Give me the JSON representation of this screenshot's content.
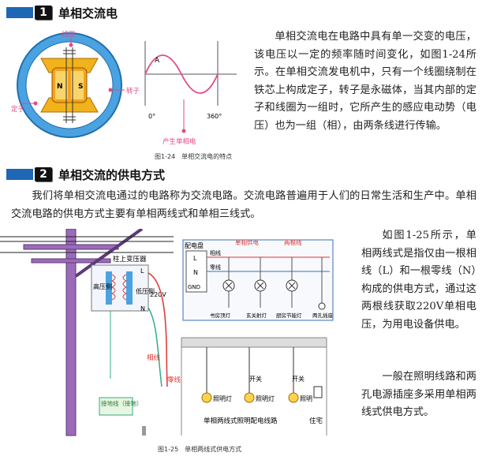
{
  "section1": {
    "number": "1",
    "title": "单相交流电",
    "paragraph": "单相交流电在电路中具有单一交变的电压，该电压以一定的频率随时间变化，如图1-24所示。在单相交流发电机中，只有一个线圈绕制在铁芯上构成定子，转子是永磁体，当其内部的定子和线圈为一组时，它所产生的感应电动势（电压）也为一组（相），由两条线进行传输。",
    "figure": {
      "caption": "图1-24　单相交流电的特点",
      "label_coil": "线圈",
      "label_rotor": "转子",
      "label_stator": "定子",
      "label_n": "N",
      "label_s": "S",
      "label_a": "A",
      "label_zero": "0°",
      "label_360": "360°",
      "label_generate": "产生单相电"
    }
  },
  "section2": {
    "number": "2",
    "title": "单相交流的供电方式",
    "paragraph": "我们将单相交流电通过的电路称为交流电路。交流电路普遍用于人们的日常生活和生产中。单相交流电路的供电方式主要有单相两线式和单相三线式。",
    "side_p1": "如图1-25所示，单相两线式是指仅由一根相线（L）和一根零线（N）构成的供电方式，通过这两根线获取220V单相电压，为用电设备供电。",
    "side_p2": "一般在照明线路和两孔电源插座多采用单相两线式供电方式。",
    "figure": {
      "caption": "图1-25　单相两线式供电方式",
      "transformer": "柱上变压器",
      "high_side": "高压侧",
      "low_side": "低压侧",
      "l": "L",
      "n": "N",
      "v220": "220V",
      "phase_wire": "相线",
      "neutral_wire": "零线",
      "ground": "接地线（接地）",
      "panel": "配电盘",
      "panel_phase": "相线",
      "panel_neutral": "零线",
      "gnd": "GND",
      "top_phase": "单相供电",
      "top_two": "两根线",
      "load1": "书房顶灯",
      "load2": "玄关射灯",
      "load3": "厨房节能灯",
      "load4": "两孔插座",
      "lamp1": "照明灯",
      "lamp2": "照明灯",
      "lamp3": "照明",
      "switch1": "开关",
      "switch2": "开关",
      "bottom_label": "单相两线式照明配电线路",
      "house": "住宅"
    }
  }
}
